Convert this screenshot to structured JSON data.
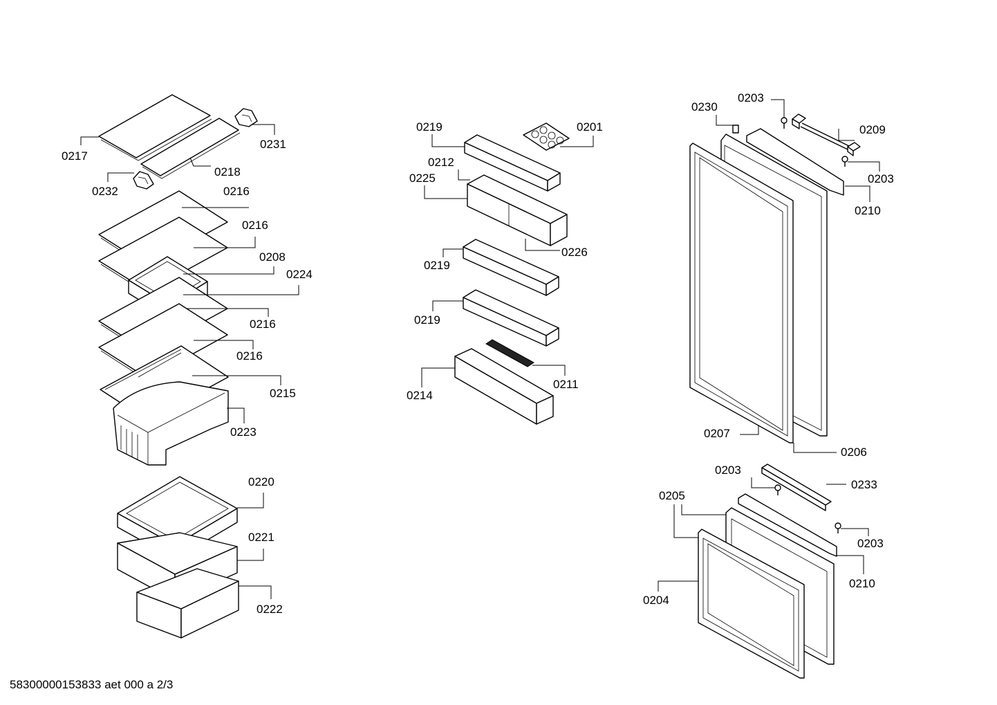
{
  "footer": "58300000153833 aet 000 a 2/3",
  "labels": {
    "l0217": "0217",
    "l0231": "0231",
    "l0218": "0218",
    "l0232": "0232",
    "l0216a": "0216",
    "l0216b": "0216",
    "l0208": "0208",
    "l0224": "0224",
    "l0216c": "0216",
    "l0216d": "0216",
    "l0215": "0215",
    "l0223": "0223",
    "l0220": "0220",
    "l0221": "0221",
    "l0222": "0222",
    "l0219a": "0219",
    "l0201": "0201",
    "l0212": "0212",
    "l0225": "0225",
    "l0226": "0226",
    "l0219b": "0219",
    "l0219c": "0219",
    "l0211": "0211",
    "l0214": "0214",
    "l0230": "0230",
    "l0203a": "0203",
    "l0209": "0209",
    "l0203b": "0203",
    "l0210a": "0210",
    "l0207": "0207",
    "l0206": "0206",
    "l0203c": "0203",
    "l0233": "0233",
    "l0205": "0205",
    "l0203d": "0203",
    "l0210b": "0210",
    "l0204": "0204"
  }
}
